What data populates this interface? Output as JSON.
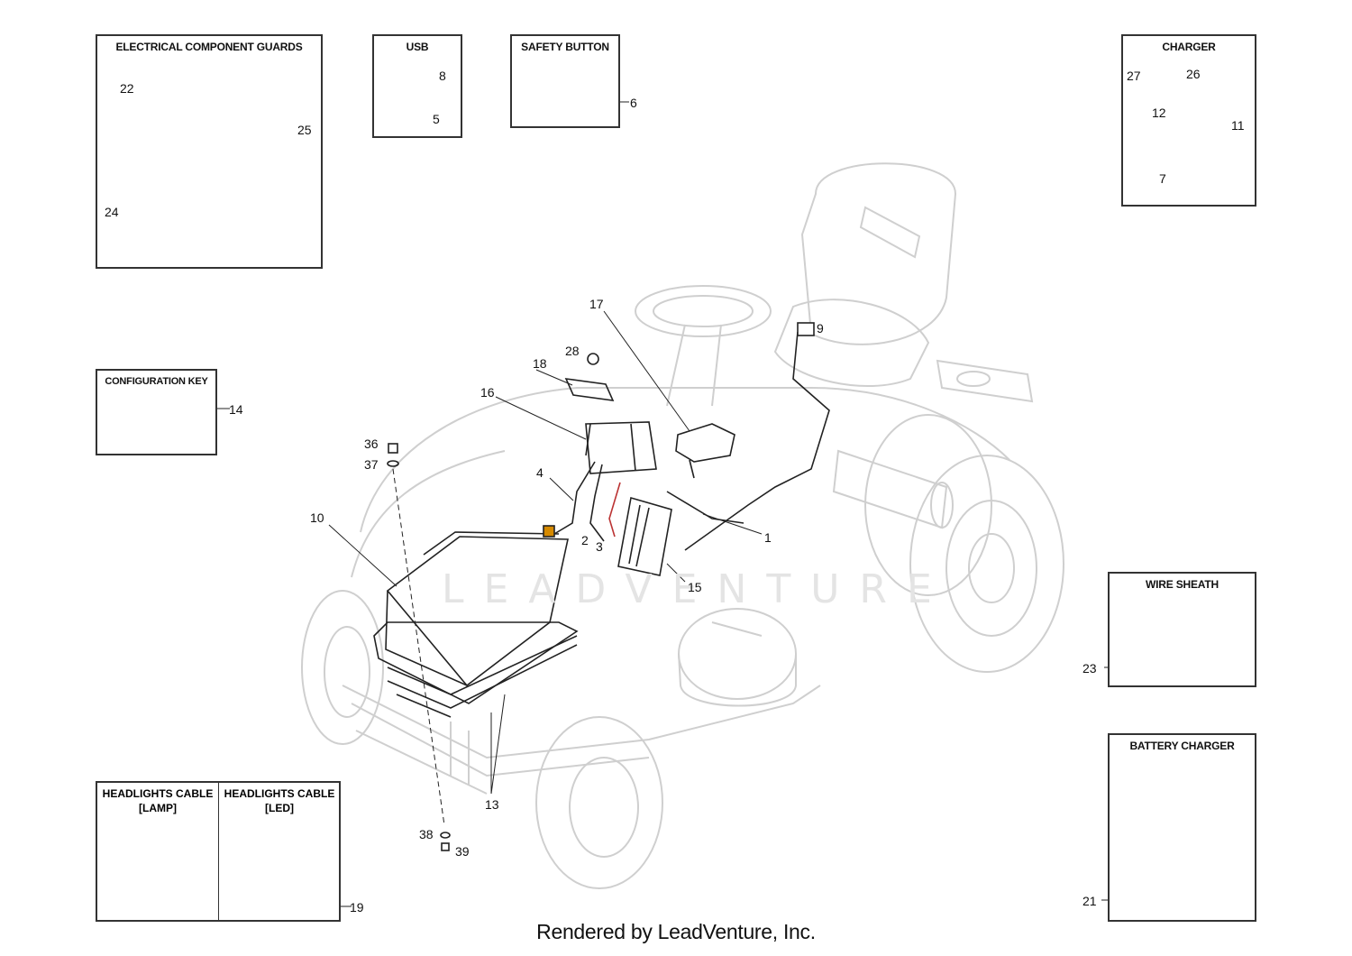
{
  "boxes": {
    "guards": {
      "title": "ELECTRICAL COMPONENT GUARDS"
    },
    "usb": {
      "title": "USB"
    },
    "safety": {
      "title": "SAFETY BUTTON"
    },
    "charger": {
      "title": "CHARGER"
    },
    "config": {
      "title": "CONFIGURATION KEY"
    },
    "sheath": {
      "title": "WIRE SHEATH"
    },
    "battery_charger": {
      "title": "BATTERY CHARGER"
    },
    "lamp": {
      "title_line1": "HEADLIGHTS CABLE",
      "title_line2": "[LAMP]"
    },
    "led": {
      "title_line1": "HEADLIGHTS CABLE",
      "title_line2": "[LED]"
    }
  },
  "callouts": {
    "c1": "1",
    "c2": "2",
    "c3": "3",
    "c4": "4",
    "c5": "5",
    "c6": "6",
    "c7": "7",
    "c8": "8",
    "c9": "9",
    "c10": "10",
    "c11": "11",
    "c12": "12",
    "c13": "13",
    "c14": "14",
    "c15": "15",
    "c16": "16",
    "c17": "17",
    "c18": "18",
    "c19": "19",
    "c21": "21",
    "c22": "22",
    "c23": "23",
    "c24": "24",
    "c25": "25",
    "c26": "26",
    "c27": "27",
    "c28": "28",
    "c36": "36",
    "c37": "37",
    "c38": "38",
    "c39": "39"
  },
  "watermark": "LEADVENTURE",
  "footer": "Rendered by LeadVenture, Inc."
}
